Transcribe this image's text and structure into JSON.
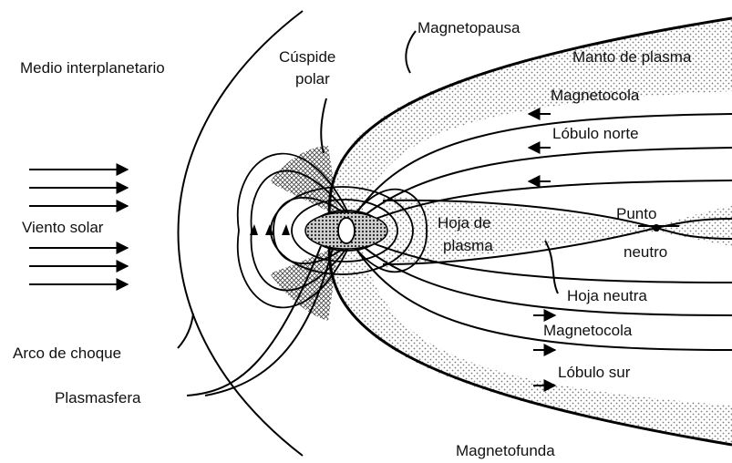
{
  "labels": {
    "medio_interplanetario": "Medio interplanetario",
    "cuspide_1": "Cúspide",
    "cuspide_2": "polar",
    "magnetopausa": "Magnetopausa",
    "manto_de_plasma": "Manto de plasma",
    "magnetocola_norte": "Magnetocola",
    "lobulo_norte": "Lóbulo norte",
    "viento_solar": "Viento solar",
    "hoja_de": "Hoja de",
    "plasma": "plasma",
    "punto": "Punto",
    "neutro": "neutro",
    "hoja_neutra": "Hoja neutra",
    "magnetocola_sur": "Magnetocola",
    "lobulo_sur": "Lóbulo sur",
    "arco_de_choque": "Arco de choque",
    "plasmasfera": "Plasmasfera",
    "magnetofunda": "Magnetofunda"
  }
}
